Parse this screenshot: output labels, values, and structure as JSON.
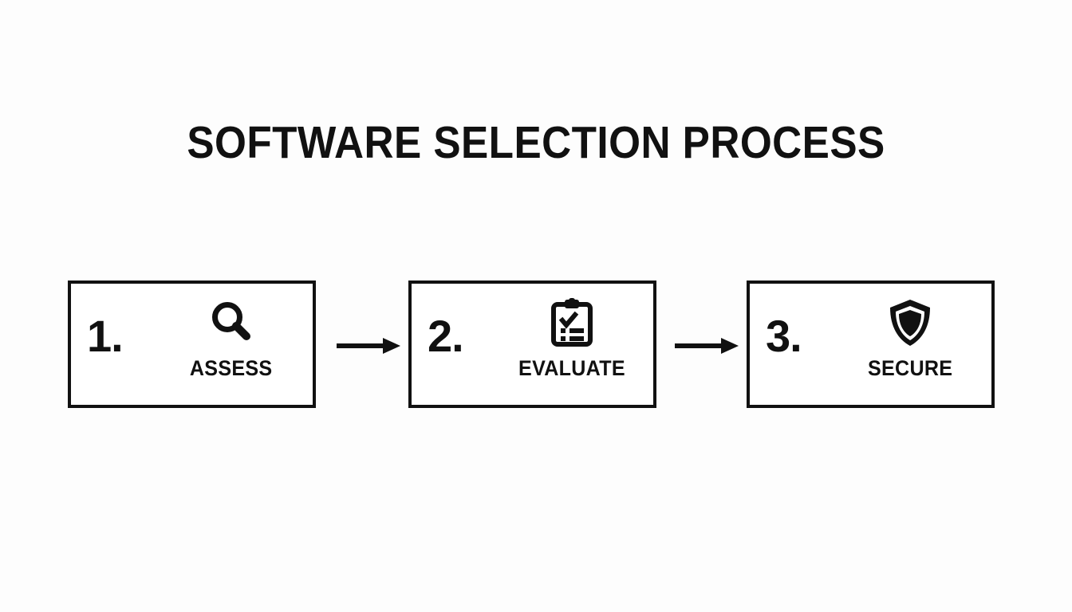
{
  "page": {
    "title": "SOFTWARE SELECTION PROCESS",
    "background_color": "#fdfdfd",
    "ink_color": "#111111"
  },
  "flow": {
    "steps": [
      {
        "number": "1.",
        "label": "ASSESS",
        "icon": "magnifying-glass-icon"
      },
      {
        "number": "2.",
        "label": "EVALUATE",
        "icon": "clipboard-checklist-icon"
      },
      {
        "number": "3.",
        "label": "SECURE",
        "icon": "shield-icon"
      }
    ],
    "connectors": [
      {
        "icon": "arrow-right-icon"
      },
      {
        "icon": "arrow-right-icon"
      }
    ]
  }
}
